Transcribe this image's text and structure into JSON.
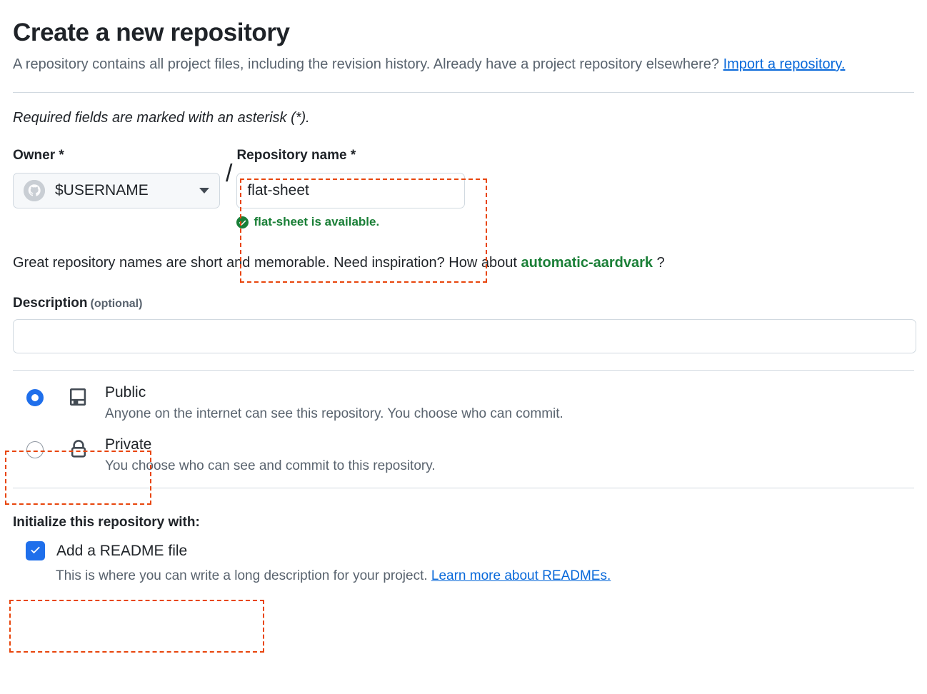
{
  "header": {
    "title": "Create a new repository",
    "intro_part1": "A repository contains all project files, including the revision history. Already have a project repository elsewhere? ",
    "import_link": "Import a repository.",
    "required_note": "Required fields are marked with an asterisk (*)."
  },
  "owner": {
    "label": "Owner *",
    "value": "$USERNAME",
    "avatar_icon": "github-octocat-avatar-icon",
    "caret_icon": "chevron-down-icon"
  },
  "separator": "/",
  "repository_name": {
    "label": "Repository name *",
    "value": "flat-sheet",
    "placeholder": "",
    "availability_text": "flat-sheet is available.",
    "availability_icon": "check-circle-fill-icon",
    "availability_color": "#1a7f37"
  },
  "suggestion": {
    "prefix": "Great repository names are short and memorable. Need inspiration? How about ",
    "name": "automatic-aardvark",
    "suffix": " ?"
  },
  "description": {
    "label": "Description",
    "optional": "(optional)",
    "value": "",
    "placeholder": ""
  },
  "visibility": {
    "options": [
      {
        "id": "public",
        "title": "Public",
        "description": "Anyone on the internet can see this repository. You choose who can commit.",
        "icon": "book-icon",
        "selected": true
      },
      {
        "id": "private",
        "title": "Private",
        "description": "You choose who can see and commit to this repository.",
        "icon": "lock-icon",
        "selected": false
      }
    ]
  },
  "initialize": {
    "title": "Initialize this repository with:",
    "readme_label": "Add a README file",
    "readme_checked": true,
    "readme_desc_prefix": "This is where you can write a long description for your project. ",
    "readme_link": "Learn more about READMEs."
  },
  "annotations": {
    "accent_color": "#e8450c",
    "boxes": [
      "repository-name-field",
      "public-visibility-option",
      "initialize-readme-option"
    ]
  },
  "colors": {
    "link": "#0969da",
    "muted_text": "#59636e",
    "text": "#1f2328",
    "border": "#d1d9e0",
    "accent_blue": "#1f6feb",
    "green": "#1a7f37"
  }
}
